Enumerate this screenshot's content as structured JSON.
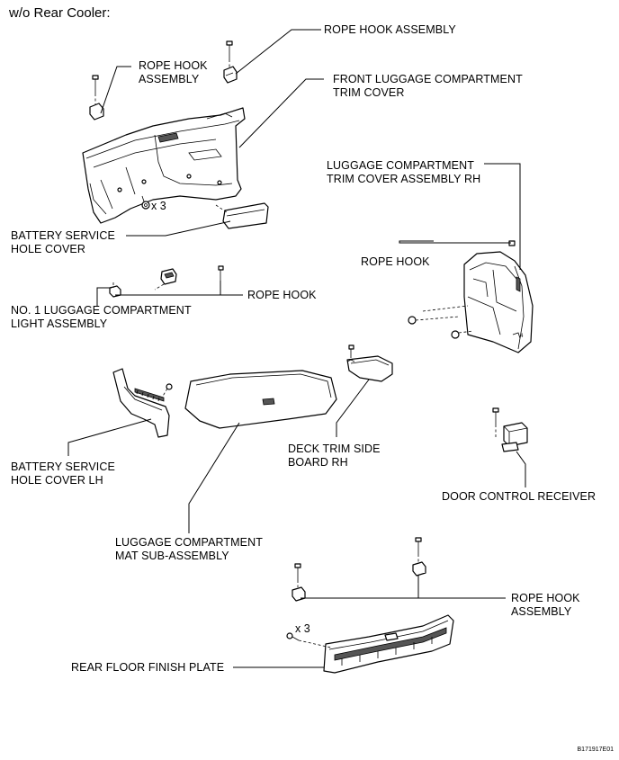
{
  "header": {
    "title": "w/o Rear Cooler:"
  },
  "labels": {
    "rope_hook_assembly_top": [
      "ROPE HOOK ASSEMBLY"
    ],
    "rope_hook_assembly_left": [
      "ROPE HOOK",
      "ASSEMBLY"
    ],
    "front_trim_cover": [
      "FRONT LUGGAGE COMPARTMENT",
      "TRIM COVER"
    ],
    "trim_cover_assembly_rh": [
      "LUGGAGE COMPARTMENT",
      "TRIM COVER ASSEMBLY RH"
    ],
    "battery_service_hole_cover": [
      "BATTERY SERVICE",
      "HOLE COVER"
    ],
    "rope_hook_right": [
      "ROPE HOOK"
    ],
    "rope_hook_center": [
      "ROPE HOOK"
    ],
    "light_assembly": [
      "NO. 1 LUGGAGE COMPARTMENT",
      "LIGHT ASSEMBLY"
    ],
    "battery_service_hole_cover_lh": [
      "BATTERY SERVICE",
      "HOLE COVER LH"
    ],
    "deck_trim_side_board_rh": [
      "DECK TRIM SIDE",
      "BOARD RH"
    ],
    "door_control_receiver": [
      "DOOR CONTROL RECEIVER"
    ],
    "mat_sub_assembly": [
      "LUGGAGE COMPARTMENT",
      "MAT SUB-ASSEMBLY"
    ],
    "rope_hook_assembly_bottom": [
      "ROPE HOOK",
      "ASSEMBLY"
    ],
    "rear_floor_finish_plate": [
      "REAR FLOOR FINISH PLATE"
    ]
  },
  "counts": {
    "front_cover_clips": "x 3",
    "floor_plate_screws": "x 3"
  },
  "figure_code": "B171917E01"
}
